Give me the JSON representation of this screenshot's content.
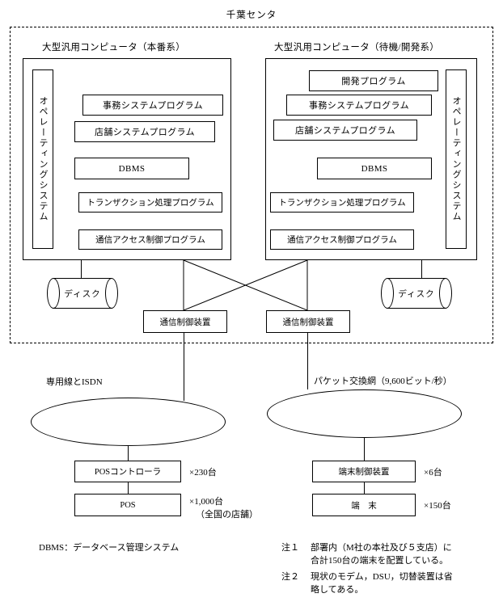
{
  "title": "千葉センタ",
  "center": {
    "left_system": {
      "header": "大型汎用コンピュータ（本番系）",
      "os_label": "オペレーティングシステム",
      "programs": [
        "事務システムプログラム",
        "店舗システムプログラム",
        "DBMS",
        "トランザクション処理プログラム",
        "通信アクセス制御プログラム"
      ],
      "disk_label": "ディスク",
      "comm_device_label": "通信制御装置"
    },
    "right_system": {
      "header": "大型汎用コンピュータ（待機/開発系）",
      "os_label": "オペレーティングシステム",
      "programs": [
        "開発プログラム",
        "事務システムプログラム",
        "店舗システムプログラム",
        "DBMS",
        "トランザクション処理プログラム",
        "通信アクセス制御プログラム"
      ],
      "disk_label": "ディスク",
      "comm_device_label": "通信制御装置"
    }
  },
  "networks": {
    "left": {
      "label": "専用線とISDN",
      "nodes": [
        {
          "name": "POSコントローラ",
          "count": "×230台",
          "count_sub": ""
        },
        {
          "name": "POS",
          "count": "×1,000台",
          "count_sub": "（全国の店舗）"
        }
      ]
    },
    "right": {
      "label": "パケット交換網（9,600ビット/秒）",
      "nodes": [
        {
          "name": "端末制御装置",
          "count": "×6台",
          "count_sub": ""
        },
        {
          "name": "端　末",
          "count": "×150台",
          "count_sub": ""
        }
      ]
    }
  },
  "legend": "DBMS：データベース管理システム",
  "notes": [
    {
      "label": "注１",
      "line1": "部署内（M社の本社及び５支店）に",
      "line2": "合計150台の端末を配置している。"
    },
    {
      "label": "注２",
      "line1": "現状のモデム，DSU，切替装置は省",
      "line2": "略してある。"
    }
  ],
  "colors": {
    "line": "#000000",
    "background": "#ffffff"
  }
}
